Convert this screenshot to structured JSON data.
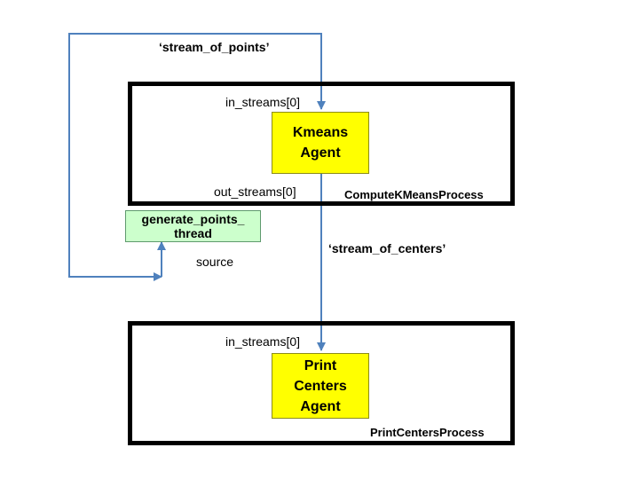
{
  "colors": {
    "wire": "#4f81bd",
    "agent_fill": "#ffff00",
    "source_fill": "#ccffcc",
    "process_border": "#000000"
  },
  "streams": {
    "points": "‘stream_of_points’",
    "centers": "‘stream_of_centers’"
  },
  "compute_process": {
    "name": "ComputeKMeansProcess",
    "agent_lines": [
      "Kmeans",
      "Agent"
    ],
    "in_port": "in_streams[0]",
    "out_port": "out_streams[0]"
  },
  "source": {
    "lines": [
      "generate_points_",
      "thread"
    ],
    "label": "source"
  },
  "print_process": {
    "name": "PrintCentersProcess",
    "agent_lines": [
      "Print",
      "Centers",
      "Agent"
    ],
    "in_port": "in_streams[0]"
  }
}
